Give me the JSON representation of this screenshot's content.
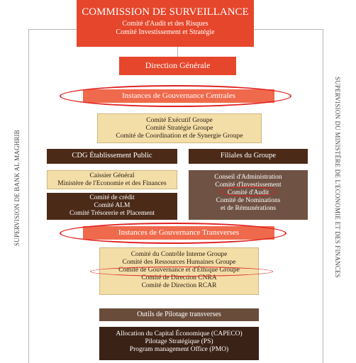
{
  "top": {
    "title": "COMMISSION DE SURVEILLANCE",
    "line1": "Comité d'Audit et des Risques",
    "line2": "Comité Investissement et Stratégie"
  },
  "direction": "Direction Générale",
  "instances_centrales": "Instances de Gouvernance Centrales",
  "comites_groupe": [
    "Comité Exécutif Groupe",
    "Comité Stratégie Groupe",
    "Comité de Coordination et de Synergie Groupe"
  ],
  "etablissement": "CDG Établissement Public",
  "filiales": "Filiales du Groupe",
  "caissier": [
    "Caissier Général",
    "Ministère de l'Economie et des Finances"
  ],
  "credit": [
    "Comité de crédit",
    "Comité ALM",
    "Comité Trésorerie et Placement"
  ],
  "conseil": [
    "Conseil d'Administration",
    "Comité d'Investissement",
    "Comité d'Audit",
    "Comité de Nominations",
    "et de Rémunérations"
  ],
  "instances_transverses": "Instances de Gouvernance Transverses",
  "comites_transverses": [
    "Comité du Contrôle Interne Groupe",
    "Comité des Ressources Humaines Groupe",
    "Comité de Gouvernance et d'Éthique Groupe",
    "Comité de Direction CNRA",
    "Comité de Direction RCAR"
  ],
  "outils": "Outils de Pilotage transverses",
  "pilotage": [
    "Allocation du Capital Économique (CAPECO)",
    "Pilotage Stratégique (PS)",
    "Program management Office (PMO)"
  ],
  "side_left": "SUPERVISION DE BANK AL MAGHRIB",
  "side_right": "SUPERVISION DU MINISTÈRE DE L'ECONOMIE ET DES FINANCES"
}
